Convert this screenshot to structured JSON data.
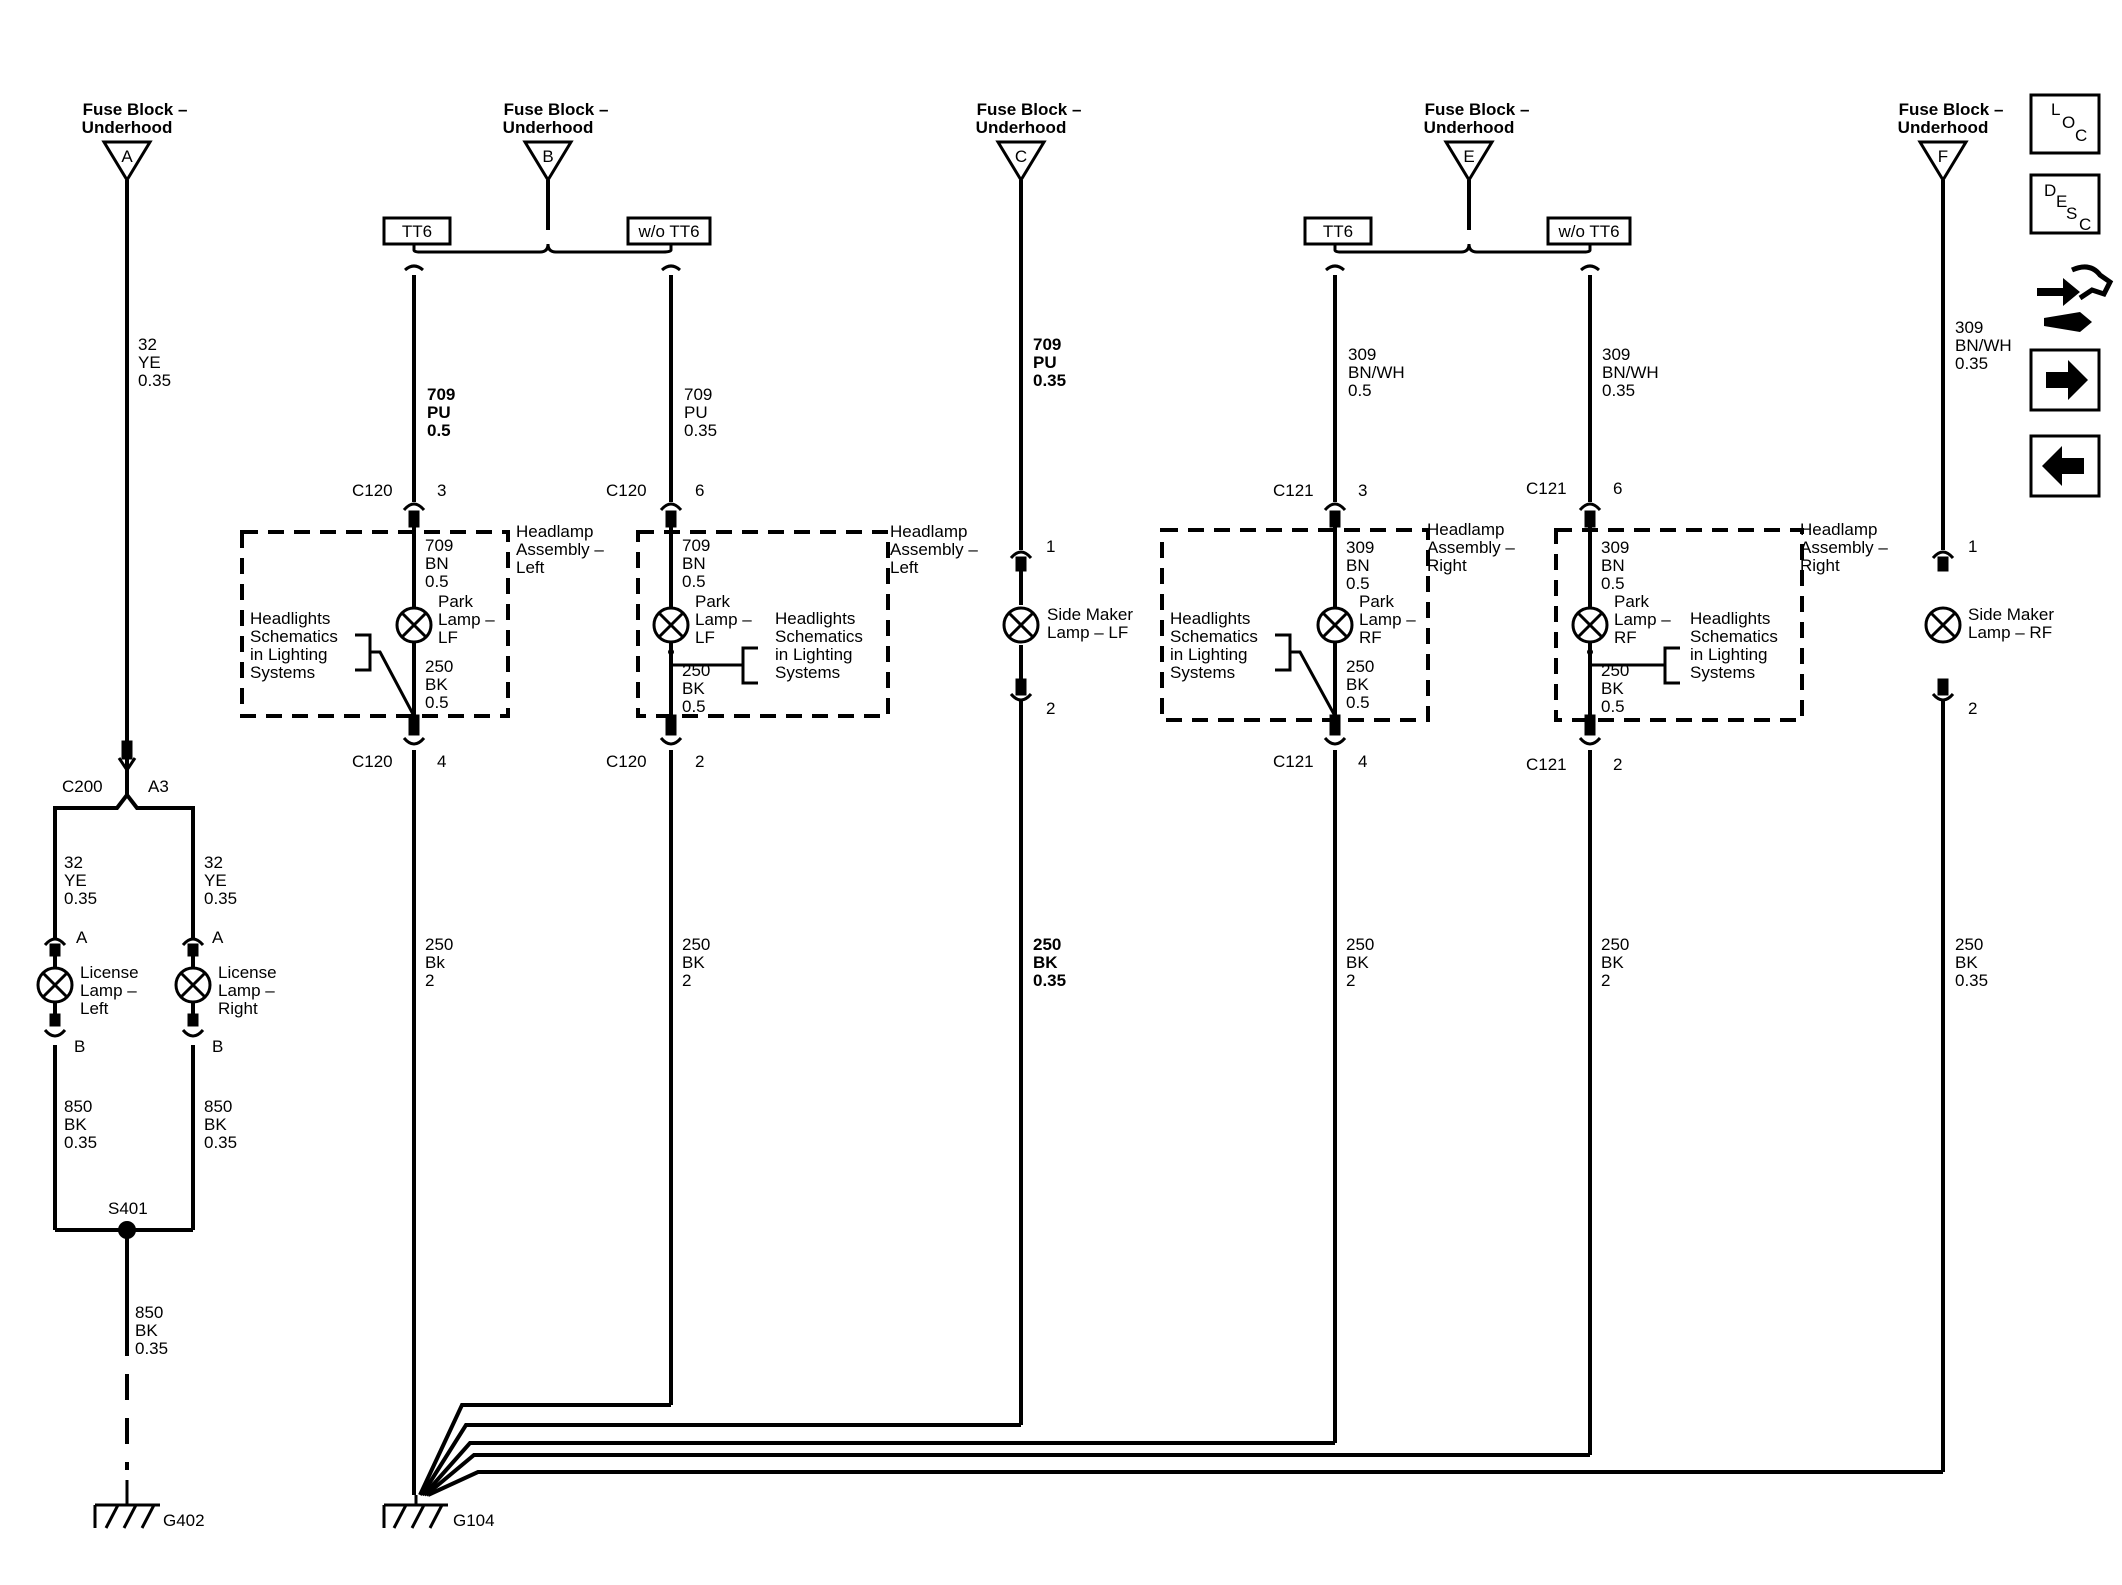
{
  "fuses": [
    {
      "id": "A",
      "line1": "Fuse Block –",
      "line2": "Underhood"
    },
    {
      "id": "B",
      "line1": "Fuse Block –",
      "line2": "Underhood"
    },
    {
      "id": "C",
      "line1": "Fuse Block –",
      "line2": "Underhood"
    },
    {
      "id": "E",
      "line1": "Fuse Block –",
      "line2": "Underhood"
    },
    {
      "id": "F",
      "line1": "Fuse Block –",
      "line2": "Underhood"
    }
  ],
  "options": {
    "tt6": "TT6",
    "without_tt6": "w/o TT6"
  },
  "wires": {
    "a_top": [
      "32",
      "YE",
      "0.35"
    ],
    "b_left": [
      "709",
      "PU",
      "0.5"
    ],
    "b_right": [
      "709",
      "PU",
      "0.35"
    ],
    "c_top": [
      "709",
      "PU",
      "0.35"
    ],
    "e_left": [
      "309",
      "BN/WH",
      "0.5"
    ],
    "e_right": [
      "309",
      "BN/WH",
      "0.35"
    ],
    "f_top": [
      "309",
      "BN/WH",
      "0.35"
    ],
    "lic_left_top": [
      "32",
      "YE",
      "0.35"
    ],
    "lic_right_top": [
      "32",
      "YE",
      "0.35"
    ],
    "lic_left_bot": [
      "850",
      "BK",
      "0.35"
    ],
    "lic_right_bot": [
      "850",
      "BK",
      "0.35"
    ],
    "s401_down": [
      "850",
      "BK",
      "0.35"
    ],
    "hl_lf_in": [
      "709",
      "BN",
      "0.5"
    ],
    "hl_lf_out": [
      "250",
      "BK",
      "0.5"
    ],
    "hl_lf2_in": [
      "709",
      "BN",
      "0.5"
    ],
    "hl_lf2_out": [
      "250",
      "BK",
      "0.5"
    ],
    "hl_rf_in": [
      "309",
      "BN",
      "0.5"
    ],
    "hl_rf_out": [
      "250",
      "BK",
      "0.5"
    ],
    "hl_rf2_in": [
      "309",
      "BN",
      "0.5"
    ],
    "hl_rf2_out": [
      "250",
      "BK",
      "0.5"
    ],
    "g1": [
      "250",
      "Bk",
      "2"
    ],
    "g2": [
      "250",
      "BK",
      "2"
    ],
    "g3": [
      "250",
      "BK",
      "0.35"
    ],
    "g4": [
      "250",
      "BK",
      "2"
    ],
    "g5": [
      "250",
      "BK",
      "2"
    ],
    "g6": [
      "250",
      "BK",
      "0.35"
    ]
  },
  "connectors": {
    "c120": "C120",
    "c121": "C121",
    "c200": "C200",
    "a3": "A3",
    "p1": "1",
    "p2": "2",
    "p3": "3",
    "p4": "4",
    "p6": "6",
    "pa": "A",
    "pb": "B"
  },
  "assemblies": {
    "hl_left": [
      "Headlamp",
      "Assembly –",
      "Left"
    ],
    "hl_right": [
      "Headlamp",
      "Assembly –",
      "Right"
    ],
    "schem": [
      "Headlights",
      "Schematics",
      "in Lighting",
      "Systems"
    ]
  },
  "lamps": {
    "park_lf": [
      "Park",
      "Lamp –",
      "LF"
    ],
    "park_rf": [
      "Park",
      "Lamp –",
      "RF"
    ],
    "side_lf": [
      "Side Maker",
      "Lamp – LF"
    ],
    "side_rf": [
      "Side Maker",
      "Lamp – RF"
    ],
    "lic_left": [
      "License",
      "Lamp –",
      "Left"
    ],
    "lic_right": [
      "License",
      "Lamp –",
      "Right"
    ]
  },
  "splice": "S401",
  "grounds": {
    "g402": "G402",
    "g104": "G104"
  },
  "nav": {
    "loc": [
      "L",
      "O",
      "C"
    ],
    "desc": [
      "D",
      "E",
      "S",
      "C"
    ],
    "icons": [
      "connector-pinout-icon",
      "next-arrow-icon",
      "previous-arrow-icon"
    ]
  }
}
